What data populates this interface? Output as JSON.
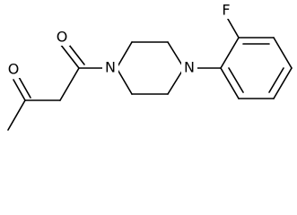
{
  "molecule": {
    "atoms": {
      "F": "F",
      "O_ketone": "O",
      "O_amide": "O",
      "N_amide": "N",
      "N_aryl": "N"
    }
  }
}
